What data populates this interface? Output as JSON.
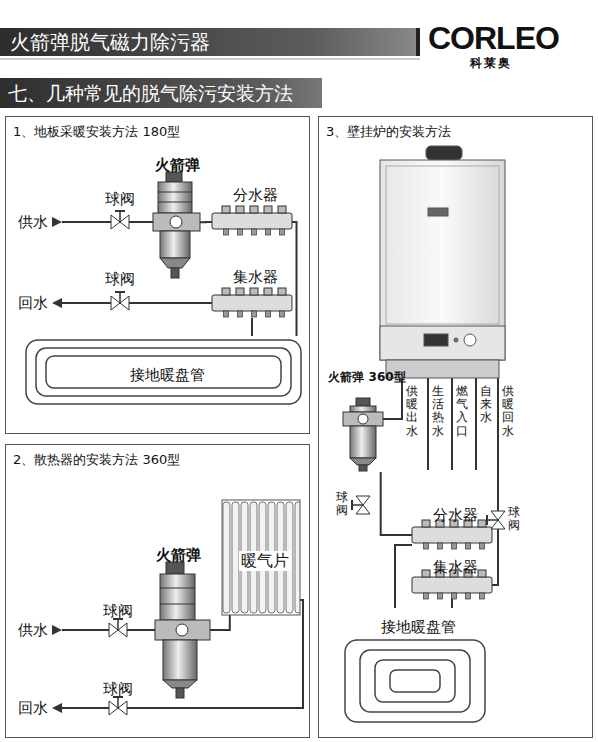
{
  "diagram": {
    "title": "火箭弹脱气磁力除污器",
    "nodes": [
      {
        "text": [
          "七、几种常见的脱气除污安装方法"
        ]
      },
      {
        "text": [
          "1、地板采暖安装方法 180型"
        ]
      },
      {
        "text": [
          "火箭弹"
        ],
        "in": 1
      },
      {
        "text": [
          "分水器"
        ],
        "in": 1
      },
      {
        "text": [
          "集水器"
        ],
        "in": 1
      },
      {
        "text": [
          "接地暖盘管"
        ],
        "in": 1
      },
      {
        "text": [
          "2、散热器的安装方法 360型"
        ]
      },
      {
        "text": [
          "火箭弹"
        ],
        "in": 6
      },
      {
        "text": [
          "暖气片"
        ],
        "in": 6
      },
      {
        "text": [
          "3、壁挂炉的安装方法"
        ]
      },
      {
        "text": [
          "火箭弹 360型"
        ],
        "in": 9
      },
      {
        "text": [
          "分水器"
        ],
        "in": 9
      },
      {
        "text": [
          "集水器"
        ],
        "in": 9
      },
      {
        "text": [
          "接地暖盘管"
        ],
        "in": 9
      }
    ],
    "edges": [
      {
        "from": 2,
        "to": 3,
        "arrow": "none"
      },
      {
        "from": 3,
        "to": 5,
        "arrow": "none"
      },
      {
        "from": 4,
        "to": 5,
        "arrow": "none"
      },
      {
        "from": 7,
        "to": 8,
        "arrow": "none"
      },
      {
        "from": 10,
        "to": 11,
        "arrow": "none"
      },
      {
        "from": 11,
        "to": 13,
        "arrow": "none"
      },
      {
        "from": 12,
        "to": 13,
        "arrow": "none"
      }
    ],
    "labels": [
      "CORLEO",
      "科莱奥",
      "供水",
      "球阀",
      "回水",
      "球阀",
      "球阀",
      "供水",
      "球阀",
      "回水",
      "供暖出水",
      "生活热水",
      "燃气入口",
      "自来水",
      "供暖回水",
      "球阀",
      "球阀"
    ]
  }
}
